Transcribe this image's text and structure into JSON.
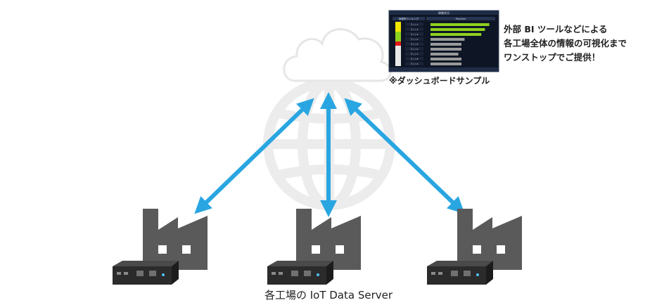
{
  "dashboard": {
    "caption": "※ダッシュボードサンプル",
    "header_title": "稼働状況",
    "header_tab_left": "稼働率ランキング",
    "header_tab_right": "Machine",
    "rows": [
      "ライン1",
      "ライン2",
      "ライン3",
      "ライン4",
      "ライン5",
      "ライン6",
      "ライン7",
      "ライン8",
      "ライン9"
    ],
    "bar_levels": [
      0.95,
      0.88,
      0.82,
      0.55,
      0.5,
      0.5,
      0.45,
      0.5,
      0.5
    ],
    "level_colors": [
      "#8fd21f",
      "#8fd21f",
      "#8fd21f",
      "#9a9a9a",
      "#9a9a9a",
      "#9a9a9a",
      "#9a9a9a",
      "#9a9a9a",
      "#9a9a9a"
    ]
  },
  "callout": {
    "line1": "外部 BI ツールなどによる",
    "line2": "各工場全体の情報の可視化まで",
    "line3": "ワンストップでご提供！"
  },
  "bottom_label": "各工場の IoT Data Server",
  "colors": {
    "arrow": "#29a6e1",
    "factory": "#5a5a5a",
    "cloud_fill": "#ffffff",
    "cloud_stroke": "#e6e6e6",
    "globe": "#ececec",
    "server": "#2b2b2b"
  },
  "icons": [
    "cloud-icon",
    "globe-icon",
    "factory-icon",
    "server-icon"
  ]
}
